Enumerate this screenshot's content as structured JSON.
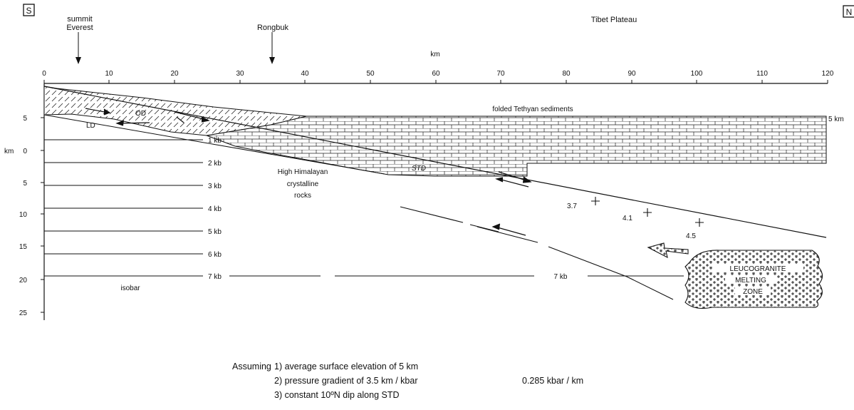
{
  "labels": {
    "south": "S",
    "north": "N",
    "summit_line1": "summit",
    "summit_line2": "Everest",
    "rongbuk": "Rongbuk",
    "tibet": "Tibet Plateau",
    "km_top": "km",
    "km_left": "km",
    "folded": "folded Tethyan sediments",
    "five_km": "5 km",
    "od": "OD",
    "ld": "LD",
    "std": "STD",
    "hh_line1": "High Himalayan",
    "hh_line2": "crystalline",
    "hh_line3": "rocks",
    "isobar": "isobar",
    "p37": "3.7",
    "p41": "4.1",
    "p45": "4.5",
    "kb7_mid": "7 kb",
    "melt1": "LEUCOGRANITE",
    "melt2": "MELTING",
    "melt3": "ZONE"
  },
  "top_axis_ticks": [
    "0",
    "10",
    "20",
    "30",
    "40",
    "50",
    "60",
    "70",
    "80",
    "90",
    "100",
    "110",
    "120"
  ],
  "left_axis_ticks": [
    "5",
    "0",
    "5",
    "10",
    "15",
    "20",
    "25"
  ],
  "isobars": [
    "1 kb",
    "2 kb",
    "3 kb",
    "4 kb",
    "5 kb",
    "6 kb",
    "7 kb"
  ],
  "notes": {
    "assuming": "Assuming",
    "n1": "1) average surface elevation of 5 km",
    "n2": "2) pressure gradient of 3.5 km / kbar",
    "n2b": "0.285 kbar / km",
    "n3": "3) constant 10ºN dip along STD"
  }
}
